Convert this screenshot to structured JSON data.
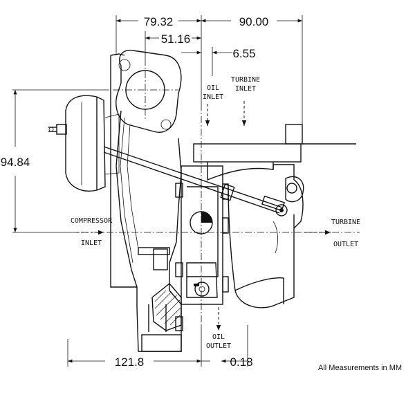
{
  "dimensions": {
    "top_left": "79.32",
    "top_right": "90.00",
    "top_inner": "51.16",
    "offset": "6.55",
    "height": "94.84",
    "bottom_length": "121.8",
    "bottom_offset": "0.18"
  },
  "labels": {
    "oil_inlet": [
      "OIL",
      "INLET"
    ],
    "turbine_inlet": [
      "TURBINE",
      "INLET"
    ],
    "compressor_inlet": [
      "COMPRESSOR",
      "INLET"
    ],
    "turbine_outlet": [
      "TURBINE",
      "OUTLET"
    ],
    "oil_outlet": [
      "OIL",
      "OUTLET"
    ]
  },
  "note": "All Measurements in MM"
}
